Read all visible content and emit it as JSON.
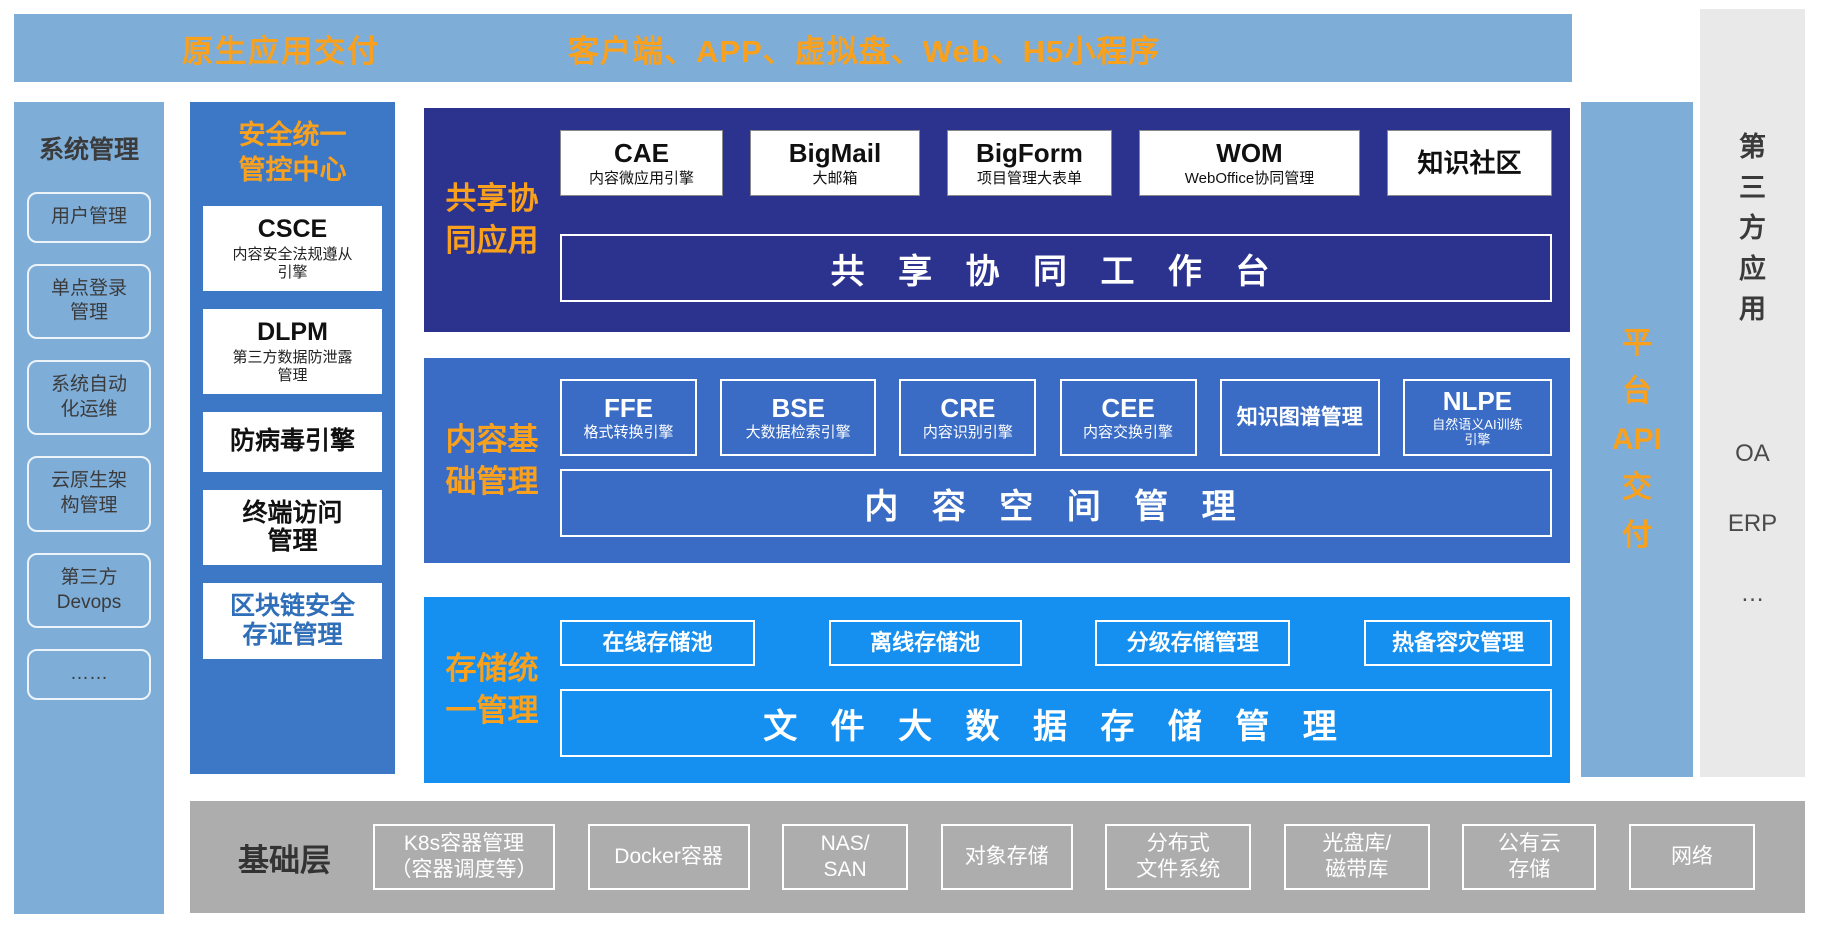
{
  "colors": {
    "light_blue": "#7EADD8",
    "medium_blue": "#3D78C7",
    "navy": "#2C338F",
    "section_blue": "#3A6CC5",
    "bright_blue": "#1690F0",
    "accent_orange": "#F9A11C",
    "third_party_gray": "#E9E9E9",
    "base_gray": "#ADADAD"
  },
  "top_bar": {
    "title": "原生应用交付",
    "subtitle": "客户端、APP、虚拟盘、Web、H5小程序"
  },
  "left_sidebar": {
    "title": "系统管理",
    "items": [
      "用户管理",
      "单点登录\n管理",
      "系统自动\n化运维",
      "云原生架\n构管理",
      "第三方\nDevops",
      "……"
    ]
  },
  "security_column": {
    "title": "安全统一\n管控中心",
    "items": [
      {
        "name": "CSCE",
        "desc": "内容安全法规遵从\n引擎"
      },
      {
        "name": "DLPM",
        "desc": "第三方数据防泄露\n管理"
      },
      {
        "name": "防病毒引擎",
        "desc": ""
      },
      {
        "name": "终端访问\n管理",
        "desc": ""
      },
      {
        "name": "区块链安全\n存证管理",
        "desc": ""
      }
    ]
  },
  "sections": [
    {
      "label": "共享协\n同应用",
      "bar": "共 享 协 同 工 作 台",
      "items": [
        {
          "name": "CAE",
          "desc": "内容微应用引擎"
        },
        {
          "name": "BigMail",
          "desc": "大邮箱"
        },
        {
          "name": "BigForm",
          "desc": "项目管理大表单"
        },
        {
          "name": "WOM",
          "desc": "WebOffice协同管理"
        },
        {
          "name": "知识社区",
          "desc": ""
        }
      ]
    },
    {
      "label": "内容基\n础管理",
      "bar": "内 容 空 间 管 理",
      "items": [
        {
          "name": "FFE",
          "desc": "格式转换引擎"
        },
        {
          "name": "BSE",
          "desc": "大数据检索引擎"
        },
        {
          "name": "CRE",
          "desc": "内容识别引擎"
        },
        {
          "name": "CEE",
          "desc": "内容交换引擎"
        },
        {
          "name": "知识图谱管理",
          "desc": ""
        },
        {
          "name": "NLPE",
          "desc": "自然语义AI训练\n引擎"
        }
      ]
    },
    {
      "label": "存储统\n一管理",
      "bar": "文 件 大 数 据 存 储 管 理",
      "items": [
        {
          "name": "在线存储池",
          "desc": ""
        },
        {
          "name": "离线存储池",
          "desc": ""
        },
        {
          "name": "分级存储管理",
          "desc": ""
        },
        {
          "name": "热备容灾管理",
          "desc": ""
        }
      ]
    }
  ],
  "api_column": {
    "title": "平台API交付",
    "lines": [
      "平",
      "台",
      "API",
      "交",
      "付"
    ]
  },
  "third_party_column": {
    "title": "第三方应用",
    "title_lines": [
      "第",
      "三",
      "方",
      "应",
      "用"
    ],
    "items": [
      "OA",
      "ERP",
      "…"
    ]
  },
  "base_layer": {
    "label": "基础层",
    "items": [
      "K8s容器管理\n（容器调度等）",
      "Docker容器",
      "NAS/\nSAN",
      "对象存储",
      "分布式\n文件系统",
      "光盘库/\n磁带库",
      "公有云\n存储",
      "网络"
    ]
  }
}
